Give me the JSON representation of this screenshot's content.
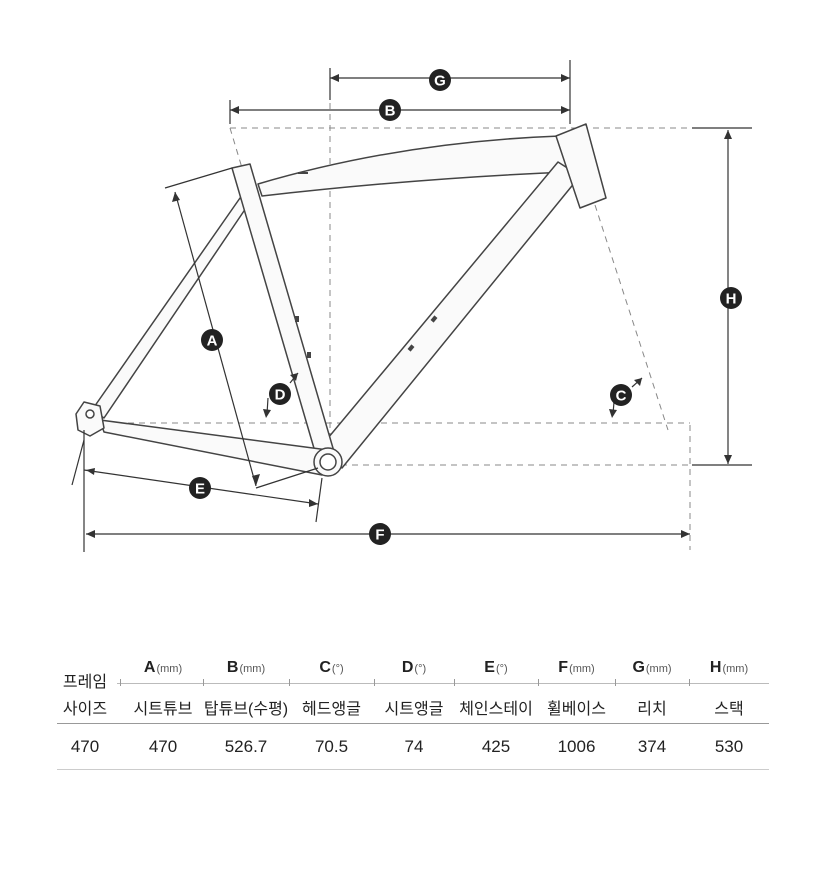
{
  "labels": {
    "A": "A",
    "B": "B",
    "C": "C",
    "D": "D",
    "E": "E",
    "F": "F",
    "G": "G",
    "H": "H"
  },
  "table": {
    "frame_header_line1": "프레임",
    "frame_header_line2": "사이즈",
    "columns": [
      {
        "letter": "A",
        "unit": "(mm)",
        "name": "시트튜브"
      },
      {
        "letter": "B",
        "unit": "(mm)",
        "name": "탑튜브(수평)"
      },
      {
        "letter": "C",
        "unit": "(°)",
        "name": "헤드앵글"
      },
      {
        "letter": "D",
        "unit": "(°)",
        "name": "시트앵글"
      },
      {
        "letter": "E",
        "unit": "(°)",
        "name": "체인스테이"
      },
      {
        "letter": "F",
        "unit": "(mm)",
        "name": "휠베이스"
      },
      {
        "letter": "G",
        "unit": "(mm)",
        "name": "리치"
      },
      {
        "letter": "H",
        "unit": "(mm)",
        "name": "스택"
      }
    ],
    "row": {
      "size": "470",
      "values": [
        "470",
        "526.7",
        "70.5",
        "74",
        "425",
        "1006",
        "374",
        "530"
      ]
    }
  }
}
